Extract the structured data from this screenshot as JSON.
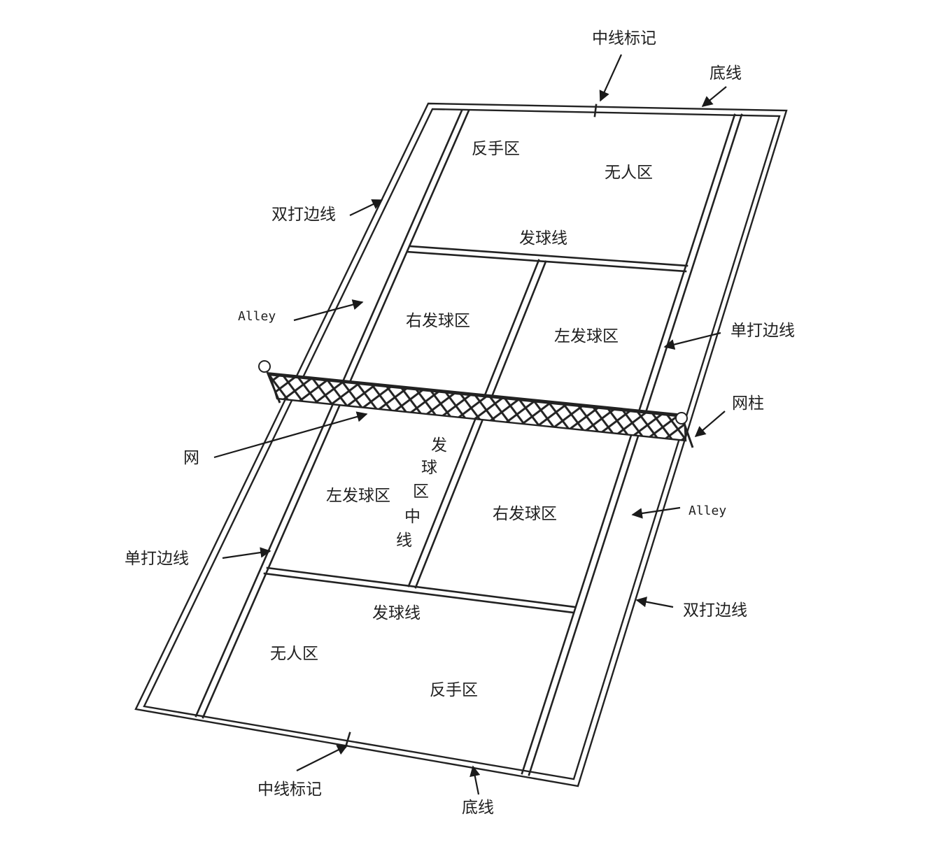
{
  "labels": {
    "center_mark_top": "中线标记",
    "baseline_top": "底线",
    "backhand_zone_top": "反手区",
    "no_mans_land_top": "无人区",
    "doubles_sideline_left": "双打边线",
    "service_line_top": "发球线",
    "alley_left": "Alley",
    "right_service_box_top": "右发球区",
    "left_service_box_top": "左发球区",
    "singles_sideline_right": "单打边线",
    "net_post": "网柱",
    "net": "网",
    "center_service_line": [
      "发",
      "球",
      "区",
      "中",
      "线"
    ],
    "left_service_box_bottom": "左发球区",
    "right_service_box_bottom": "右发球区",
    "alley_right": "Alley",
    "singles_sideline_left": "单打边线",
    "doubles_sideline_right": "双打边线",
    "service_line_bottom": "发球线",
    "no_mans_land_bottom": "无人区",
    "backhand_zone_bottom": "反手区",
    "center_mark_bottom": "中线标记",
    "baseline_bottom": "底线"
  },
  "colors": {
    "line": "#222222",
    "background": "#ffffff"
  }
}
